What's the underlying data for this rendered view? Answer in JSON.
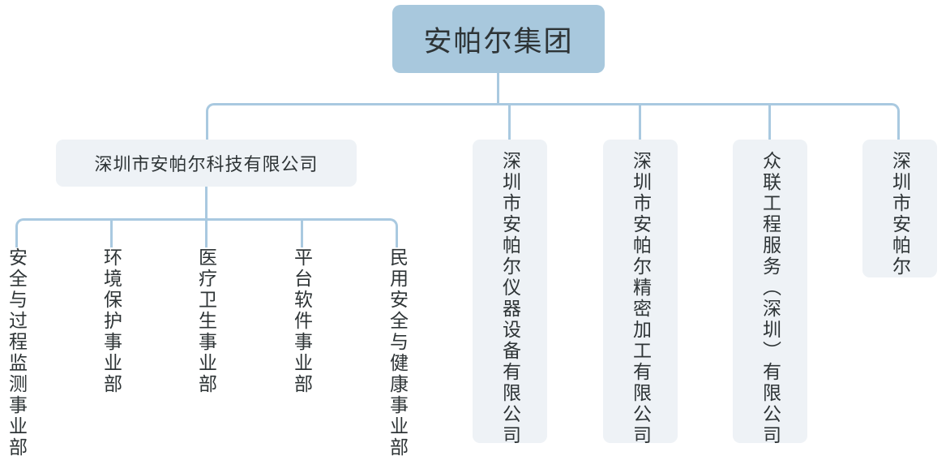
{
  "diagram": {
    "title_text": "安帕尔集团",
    "colors": {
      "root_fill": "#a8c8dd",
      "node_fill": "#eef2f6",
      "connector": "#a9c9e0",
      "text": "#2e3436",
      "background": "#ffffff"
    }
  },
  "root": {
    "label": "安帕尔集团"
  },
  "level2": [
    {
      "label": "深圳市安帕尔科技有限公司",
      "orientation": "horizontal"
    },
    {
      "label": "深圳市安帕尔仪器设备有限公司",
      "orientation": "vertical"
    },
    {
      "label": "深圳市安帕尔精密加工有限公司",
      "orientation": "vertical"
    },
    {
      "label": "众联工程服务（深圳）有限公司",
      "orientation": "vertical"
    },
    {
      "label": "深圳市安帕尔",
      "orientation": "vertical"
    }
  ],
  "departments": [
    {
      "label": "安全与过程监测事业部"
    },
    {
      "label": "环境保护事业部"
    },
    {
      "label": "医疗卫生事业部"
    },
    {
      "label": "平台软件事业部"
    },
    {
      "label": "民用安全与健康事业部"
    }
  ]
}
